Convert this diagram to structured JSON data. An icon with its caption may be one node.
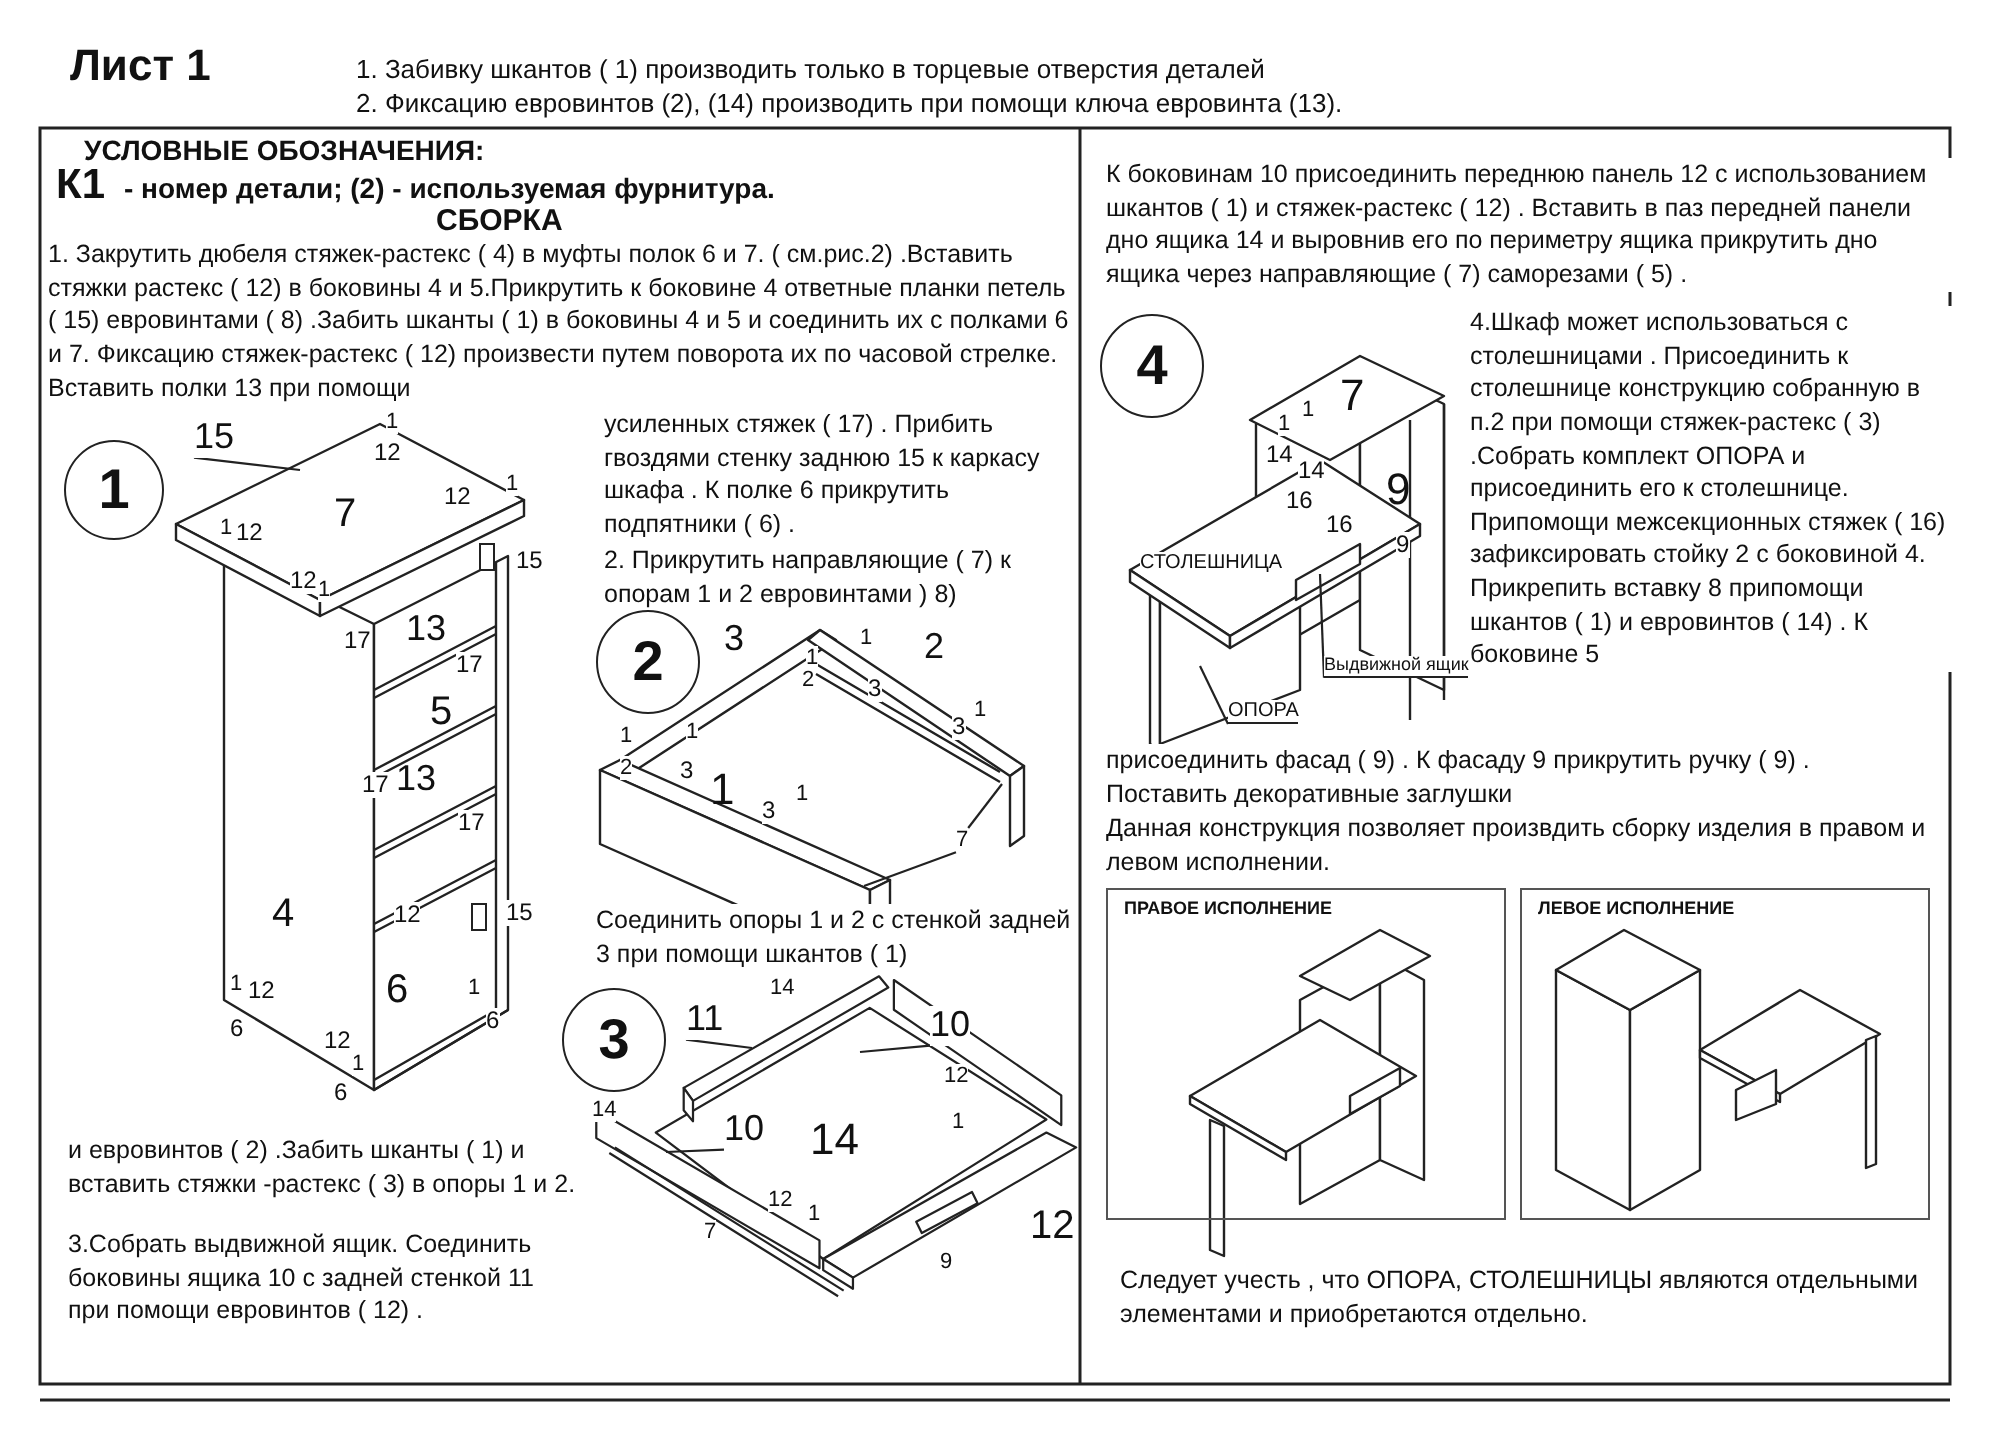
{
  "diagram": {
    "title": "Лист 1",
    "nodes": [
      {
        "text": [
          "1"
        ]
      },
      {
        "text": [
          "2"
        ]
      },
      {
        "text": [
          "3"
        ]
      },
      {
        "text": [
          "4"
        ]
      },
      {
        "text": [
          "15"
        ]
      },
      {
        "text": [
          "7"
        ]
      },
      {
        "text": [
          "11"
        ]
      },
      {
        "text": [
          "10"
        ]
      },
      {
        "text": [
          "10"
        ]
      },
      {
        "text": [
          "Выдвижной ящик"
        ]
      },
      {
        "text": [
          "ОПОРА"
        ]
      },
      {
        "text": [
          "ПРАВОЕ ИСПОЛНЕНИЕ"
        ]
      },
      {
        "text": [
          "ЛЕВОЕ ИСПОЛНЕНИЕ"
        ]
      }
    ],
    "edges": [
      {
        "from": 4,
        "to": null,
        "arrow": "none"
      },
      {
        "from": 5,
        "to": null,
        "arrow": "none"
      },
      {
        "from": 5,
        "to": null,
        "arrow": "none"
      },
      {
        "from": 6,
        "to": null,
        "arrow": "none"
      },
      {
        "from": 7,
        "to": null,
        "arrow": "none"
      },
      {
        "from": 8,
        "to": null,
        "arrow": "none"
      },
      {
        "from": 9,
        "to": null,
        "arrow": "none"
      },
      {
        "from": 10,
        "to": null,
        "arrow": "none"
      }
    ],
    "labels": [
      "1. Забивку шкантов ( 1) производить только в торцевые отверстия деталей",
      "2. Фиксацию евровинтов (2), (14) производить при помощи ключа евровинта (13).",
      "УСЛОВНЫЕ ОБОЗНАЧЕНИЯ:",
      "К1",
      "- номер детали; (2) - используемая фурнитура.",
      "СБОРКА",
      "1. Закрутить дюбеля стяжек-растекс ( 4) в муфты полок 6 и 7. ( см.рис.2) .Вставить стяжки растекс ( 12) в боковины 4 и 5.Прикрутить к боковине 4 ответные планки петель ( 15) евровинтами ( 8) .Забить шканты ( 1) в боковины 4 и 5 и соединить их с полками 6 и 7. Фиксацию стяжек-растекс ( 12) произвести путем поворота их по часовой стрелке. Вставить полки 13 при помощи",
      "усиленных стяжек ( 17) . Прибить гвоздями стенку заднюю 15 к каркасу шкафа . К полке 6 прикрутить подпятники ( 6) .",
      "2. Прикрутить направляющие ( 7) к опорам 1 и 2 евровинтами ) 8)",
      "Соединить опоры 1 и 2 с стенкой задней 3 при помощи шкантов ( 1)",
      "и евровинтов ( 2) .Забить шканты ( 1) и вставить стяжки -растекс ( 3) в опоры 1 и 2.",
      "3.Собрать выдвижной ящик. Соединить боковины ящика 10 с задней стенкой 11 при помощи евровинтов ( 12) .",
      "К боковинам 10 присоединить переднюю панель 12 с использованием шкантов ( 1) и стяжек-растекс ( 12) . Вставить в паз передней панели дно ящика 14 и выровнив его по периметру ящика прикрутить дно ящика через направляющие ( 7) саморезами ( 5) .",
      "4.Шкаф может использоваться с столешницами . Присоединить к столешнице конструкцию собранную в п.2 при помощи стяжек-растекс ( 3) .Собрать комплект ОПОРА и присоединить его к столешнице. Припомощи межсекционных стяжек ( 16) зафиксировать стойку 2 с боковиной 4. Прикрепить вставку 8 припомощи шкантов ( 1) и евровинтов ( 14) . К боковине 5",
      "присоединить фасад ( 9) . К фасаду 9 прикрутить ручку ( 9) .",
      "Поставить декоративные заглушки",
      "Данная конструкция позволяет произвдить сборку изделия в правом и левом исполнении.",
      "Следует учесть , что ОПОРА, СТОЛЕШНИЦЫ являются отдельными элементами и приобретаются отдельно.",
      "СТОЛЕШНИЦА",
      "1",
      "12",
      "7",
      "12",
      "1",
      "1",
      "12",
      "12",
      "1",
      "15",
      "17",
      "13",
      "17",
      "5",
      "17",
      "13",
      "17",
      "4",
      "12",
      "15",
      "6",
      "1",
      "12",
      "1",
      "6",
      "12",
      "1",
      "6",
      "6",
      "3",
      "2",
      "1",
      "1",
      "2",
      "3",
      "1",
      "3",
      "1",
      "2",
      "1",
      "3",
      "1",
      "3",
      "1",
      "14",
      "12",
      "1",
      "14",
      "14",
      "12",
      "1",
      "12",
      "7",
      "9",
      "1",
      "1",
      "7",
      "14",
      "14",
      "16",
      "16",
      "9",
      "9"
    ]
  }
}
